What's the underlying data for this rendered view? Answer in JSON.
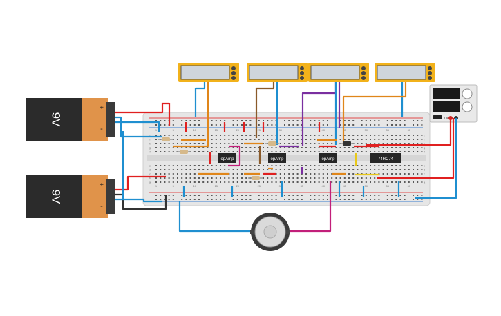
{
  "batteries": [
    {
      "label": "9V",
      "plus": "+",
      "minus": "-"
    },
    {
      "label": "9V",
      "plus": "+",
      "minus": "-"
    }
  ],
  "chips": [
    {
      "label": "opAmp"
    },
    {
      "label": "opAmp"
    },
    {
      "label": "opAmp"
    },
    {
      "label": "74HC74"
    }
  ],
  "multimeters": [
    {
      "reading": ""
    },
    {
      "reading": ""
    },
    {
      "reading": ""
    },
    {
      "reading": ""
    }
  ],
  "power_supply": {
    "switch": "OFF"
  },
  "column_numbers": [
    "1",
    "5",
    "10",
    "15",
    "20",
    "25",
    "30",
    "35",
    "40",
    "45",
    "50",
    "55",
    "60"
  ],
  "row_letters_top": [
    "j",
    "i",
    "h",
    "g",
    "f"
  ],
  "row_letters_bottom": [
    "e",
    "d",
    "c",
    "b",
    "a"
  ],
  "colors": {
    "breadboard": "#e6e6e6",
    "wire_red": "#e02020",
    "wire_blue": "#1f8fd0",
    "wire_orange": "#e0861a",
    "wire_magenta": "#c21f7a",
    "wire_purple": "#7a2fa0",
    "wire_brown": "#8a5a2a",
    "wire_yellow": "#e8c81a",
    "meter_frame": "#f2b21b",
    "battery_body": "#2b2b2b",
    "battery_cap": "#e0934a"
  }
}
